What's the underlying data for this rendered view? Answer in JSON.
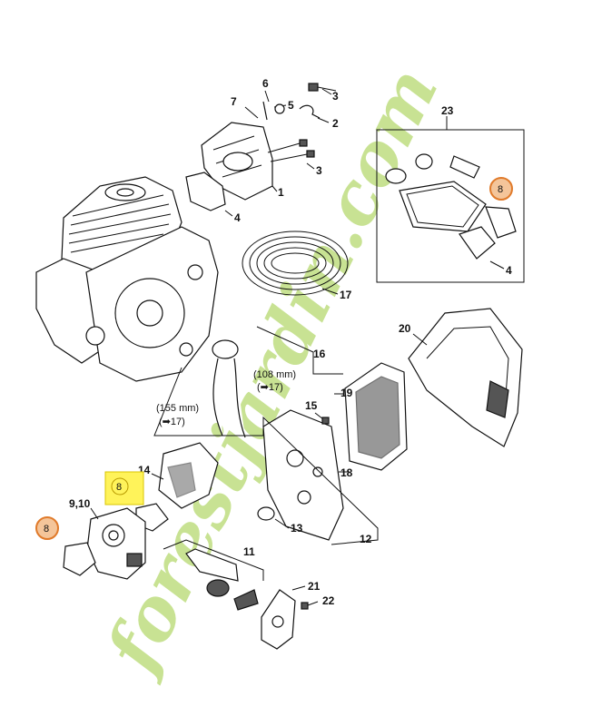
{
  "labels": {
    "p1": "1",
    "p2": "2",
    "p3a": "3",
    "p3b": "3",
    "p4a": "4",
    "p4b": "4",
    "p5": "5",
    "p6": "6",
    "p7": "7",
    "p8_inset": "8",
    "p8_highlight": "8",
    "p8_left": "8",
    "p9_10": "9,10",
    "p11": "11",
    "p12": "12",
    "p13": "13",
    "p14": "14",
    "p15": "15",
    "p16": "16",
    "p17": "17",
    "p18": "18",
    "p19": "19",
    "p20": "20",
    "p21": "21",
    "p22": "22",
    "p23": "23"
  },
  "callouts": {
    "len_108": "(108 mm)",
    "ref_108": "(➡17)",
    "len_155": "(155 mm)",
    "ref_155": "(➡17)"
  },
  "watermark": {
    "text": "forestjardin.com",
    "color": "#9ccc3c",
    "dot_color": "#f5e88a"
  },
  "colors": {
    "highlight_fill": "#fff35a",
    "circle_fill": "#f4c59a",
    "circle_stroke": "#e07a2a"
  }
}
